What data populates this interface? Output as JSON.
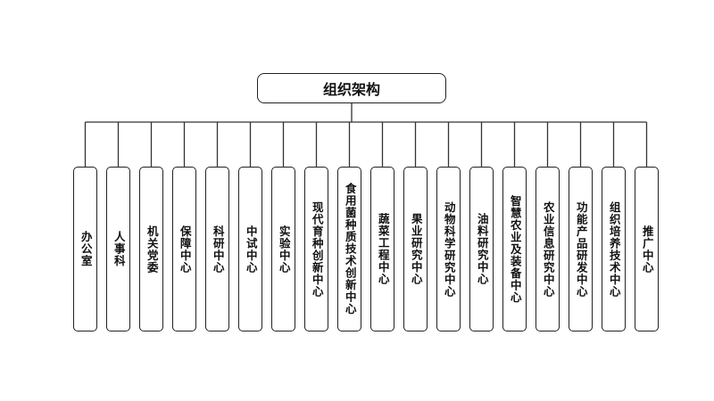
{
  "root": {
    "label": "组织架构"
  },
  "units": [
    {
      "label": "办公室"
    },
    {
      "label": "人事科"
    },
    {
      "label": "机关党委"
    },
    {
      "label": "保障中心"
    },
    {
      "label": "科研中心"
    },
    {
      "label": "中试中心"
    },
    {
      "label": "实验中心"
    },
    {
      "label": "现代育种创新中心"
    },
    {
      "label": "食用菌种质技术创新中心"
    },
    {
      "label": "蔬菜工程中心"
    },
    {
      "label": "果业研究中心"
    },
    {
      "label": "动物科学研究中心"
    },
    {
      "label": "油料研究中心"
    },
    {
      "label": "智慧农业及装备中心"
    },
    {
      "label": "农业信息研究中心"
    },
    {
      "label": "功能产品研发中心"
    },
    {
      "label": "组织培养技术中心"
    },
    {
      "label": "推广中心"
    }
  ]
}
